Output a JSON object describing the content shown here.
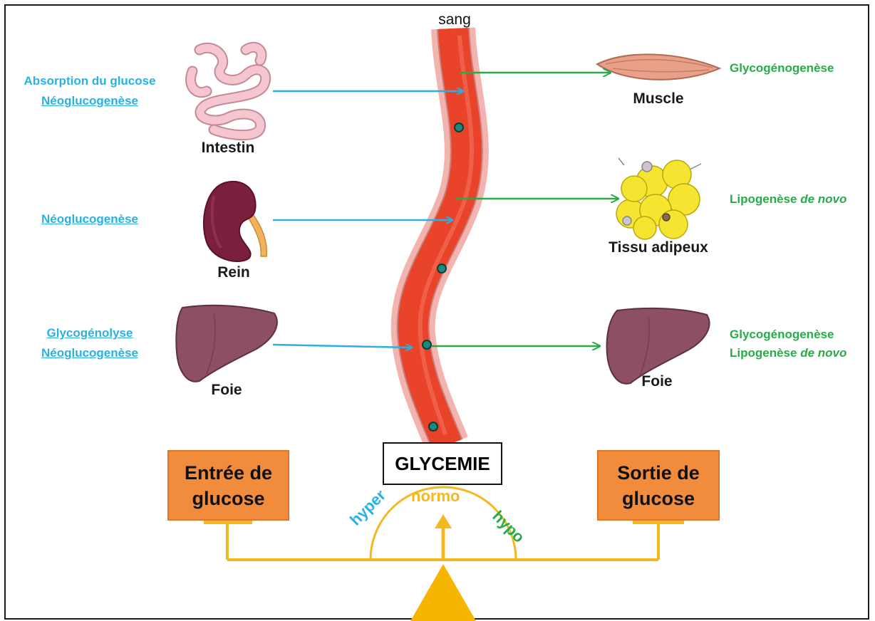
{
  "blood_label": "sang",
  "inputs": {
    "intestin": {
      "lines": [
        "Absorption du glucose",
        "Néoglucogenèse"
      ],
      "organ": "Intestin"
    },
    "rein": {
      "lines": [
        "Néoglucogenèse"
      ],
      "organ": "Rein"
    },
    "foie": {
      "lines": [
        "Glycogénolyse",
        "Néoglucogenèse"
      ],
      "organ": "Foie"
    }
  },
  "outputs": {
    "muscle": {
      "process": "Glycogénogenèse",
      "organ": "Muscle"
    },
    "adipeux": {
      "process_prefix": "Lipogenèse ",
      "process_italic": "de novo",
      "organ": "Tissu adipeux"
    },
    "foie": {
      "line1": "Glycogénogenèse",
      "line2_prefix": "Lipogenèse ",
      "line2_italic": "de novo",
      "organ": "Foie"
    }
  },
  "balance": {
    "center_label": "GLYCEMIE",
    "left_box": [
      "Entrée de",
      "glucose"
    ],
    "right_box": [
      "Sortie de",
      "glucose"
    ],
    "hyper": "hyper",
    "normo": "normo",
    "hypo": "hypo"
  },
  "colors": {
    "input_arrow": "#2bb0e3",
    "output_arrow": "#2aab4a",
    "blood": "#e9432a",
    "vessel_wall": "#f3b4b0",
    "balance": "#f5b81f",
    "box_fill": "#f08c3c",
    "liver": "#8c4f64",
    "kidney": "#7a1f3c",
    "ureter": "#f2b25c",
    "intestine": "#f5c6cf",
    "muscle": "#e8a089",
    "fat": "#f5e531",
    "glucose_dot": "#1a8a7a"
  }
}
